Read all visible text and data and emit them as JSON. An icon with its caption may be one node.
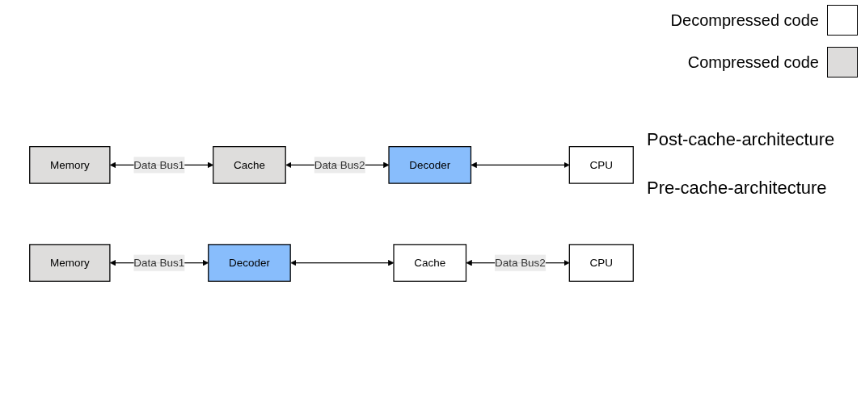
{
  "diagram": {
    "nodes": [
      {
        "text": [
          "Memory"
        ]
      },
      {
        "text": [
          "Cache"
        ]
      },
      {
        "text": [
          "Decoder"
        ]
      },
      {
        "text": [
          "CPU"
        ]
      },
      {
        "text": [
          "Memory"
        ]
      },
      {
        "text": [
          "Decoder"
        ]
      },
      {
        "text": [
          "Cache"
        ]
      },
      {
        "text": [
          "CPU"
        ]
      }
    ],
    "edges": [
      {
        "from": 0,
        "to": 1,
        "arrow": "both",
        "label": "Data Bus1"
      },
      {
        "from": 1,
        "to": 2,
        "arrow": "both",
        "label": "Data Bus2"
      },
      {
        "from": 2,
        "to": 3,
        "arrow": "both"
      },
      {
        "from": 4,
        "to": 5,
        "arrow": "both",
        "label": "Data Bus1"
      },
      {
        "from": 5,
        "to": 6,
        "arrow": "both"
      },
      {
        "from": 6,
        "to": 7,
        "arrow": "both",
        "label": "Data Bus2"
      }
    ],
    "labels": [
      "Post-cache-architecture",
      "Pre-cache-architecture"
    ],
    "legend": [
      {
        "text": "Decompressed code",
        "color": "#ffffff"
      },
      {
        "text": "Compressed code",
        "color": "#dddcdb"
      }
    ]
  }
}
